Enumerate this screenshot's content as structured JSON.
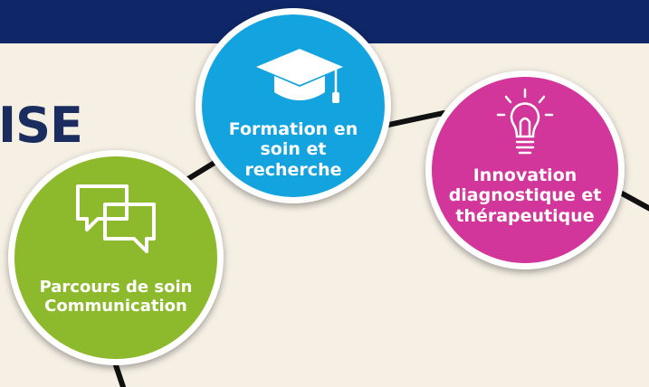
{
  "page": {
    "heading_fragment": "ISE",
    "colors": {
      "topbar": "#0f2768",
      "background": "#f5efe4",
      "formation": "#13a3de",
      "innovation": "#d3369a",
      "parcours": "#8dba2c",
      "heading": "#1b2c5e"
    }
  },
  "circles": {
    "formation": {
      "line1": "Formation en",
      "line2": "soin et",
      "line3": "recherche",
      "icon": "graduation-cap-icon"
    },
    "innovation": {
      "line1": "Innovation",
      "line2": "diagnostique et",
      "line3": "thérapeutique",
      "icon": "lightbulb-icon"
    },
    "parcours": {
      "line1": "Parcours de soin",
      "line2": "Communication",
      "icon": "chat-bubbles-icon"
    }
  }
}
